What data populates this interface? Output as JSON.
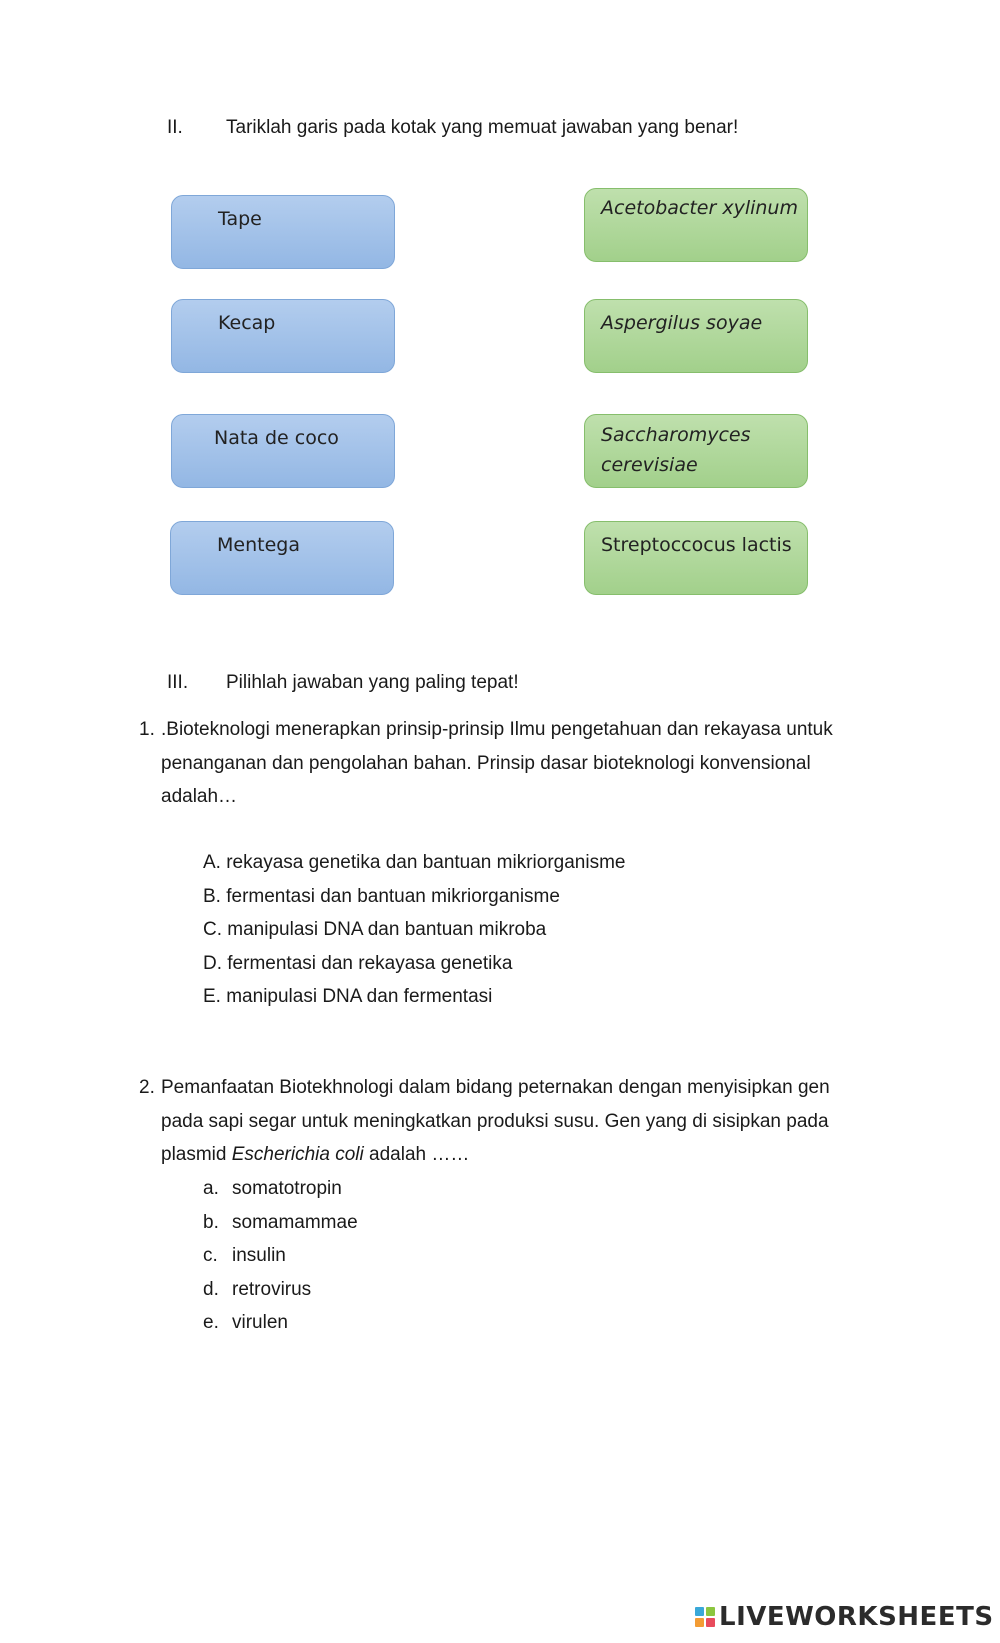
{
  "section2": {
    "number": "II.",
    "instruction": "Tariklah garis pada kotak yang memuat jawaban yang benar!",
    "left_items": [
      "Tape",
      "Kecap",
      "Nata de coco",
      "Mentega"
    ],
    "right_items": [
      {
        "line1": "Acetobacter xylinum",
        "line2": ""
      },
      {
        "line1": "Aspergilus soyae",
        "line2": ""
      },
      {
        "line1": "Saccharomyces",
        "line2": "cerevisiae"
      },
      {
        "line1": "Streptoccocus lactis",
        "line2": ""
      }
    ]
  },
  "section3": {
    "number": "III.",
    "instruction": "Pilihlah jawaban yang paling tepat!",
    "q1": {
      "number": "1.",
      "line1": ".Bioteknologi menerapkan prinsip-prinsip Ilmu pengetahuan dan rekayasa untuk",
      "line2": "penanganan dan pengolahan bahan. Prinsip dasar bioteknologi konvensional",
      "line3": "adalah…",
      "options": [
        "A. rekayasa genetika dan bantuan mikriorganisme",
        "B. fermentasi dan bantuan mikriorganisme",
        "C. manipulasi DNA dan bantuan mikroba",
        "D. fermentasi dan rekayasa genetika",
        "E. manipulasi DNA dan fermentasi"
      ]
    },
    "q2": {
      "number": "2.",
      "line1": "Pemanfaatan Biotekhnologi dalam bidang peternakan dengan menyisipkan gen",
      "line2": "pada sapi segar untuk meningkatkan produksi susu. Gen yang di sisipkan pada",
      "line3_a": "plasmid ",
      "line3_italic": "Escherichia coli",
      "line3_b": " adalah ……",
      "options": [
        {
          "letter": "a.",
          "text": "somatotropin"
        },
        {
          "letter": "b.",
          "text": "somamammae"
        },
        {
          "letter": "c.",
          "text": "insulin"
        },
        {
          "letter": "d.",
          "text": "retrovirus"
        },
        {
          "letter": "e.",
          "text": "virulen"
        }
      ]
    }
  },
  "footer": {
    "brand": "LIVEWORKSHEETS",
    "colors": {
      "blue_box": "#a3c2ea",
      "green_box": "#b1d89c"
    }
  }
}
